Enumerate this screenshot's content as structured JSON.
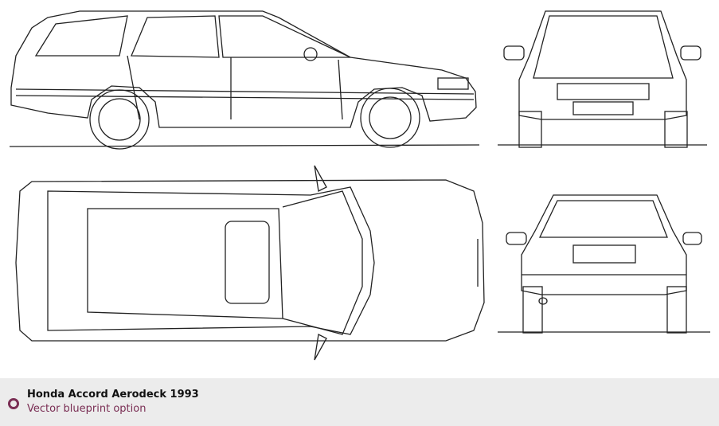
{
  "caption": {
    "title": "Honda Accord Aerodeck 1993",
    "subtitle": "Vector blueprint option",
    "bullet_color": "#7a2e54"
  },
  "drawing": {
    "views": [
      "side",
      "front",
      "top",
      "rear"
    ]
  }
}
